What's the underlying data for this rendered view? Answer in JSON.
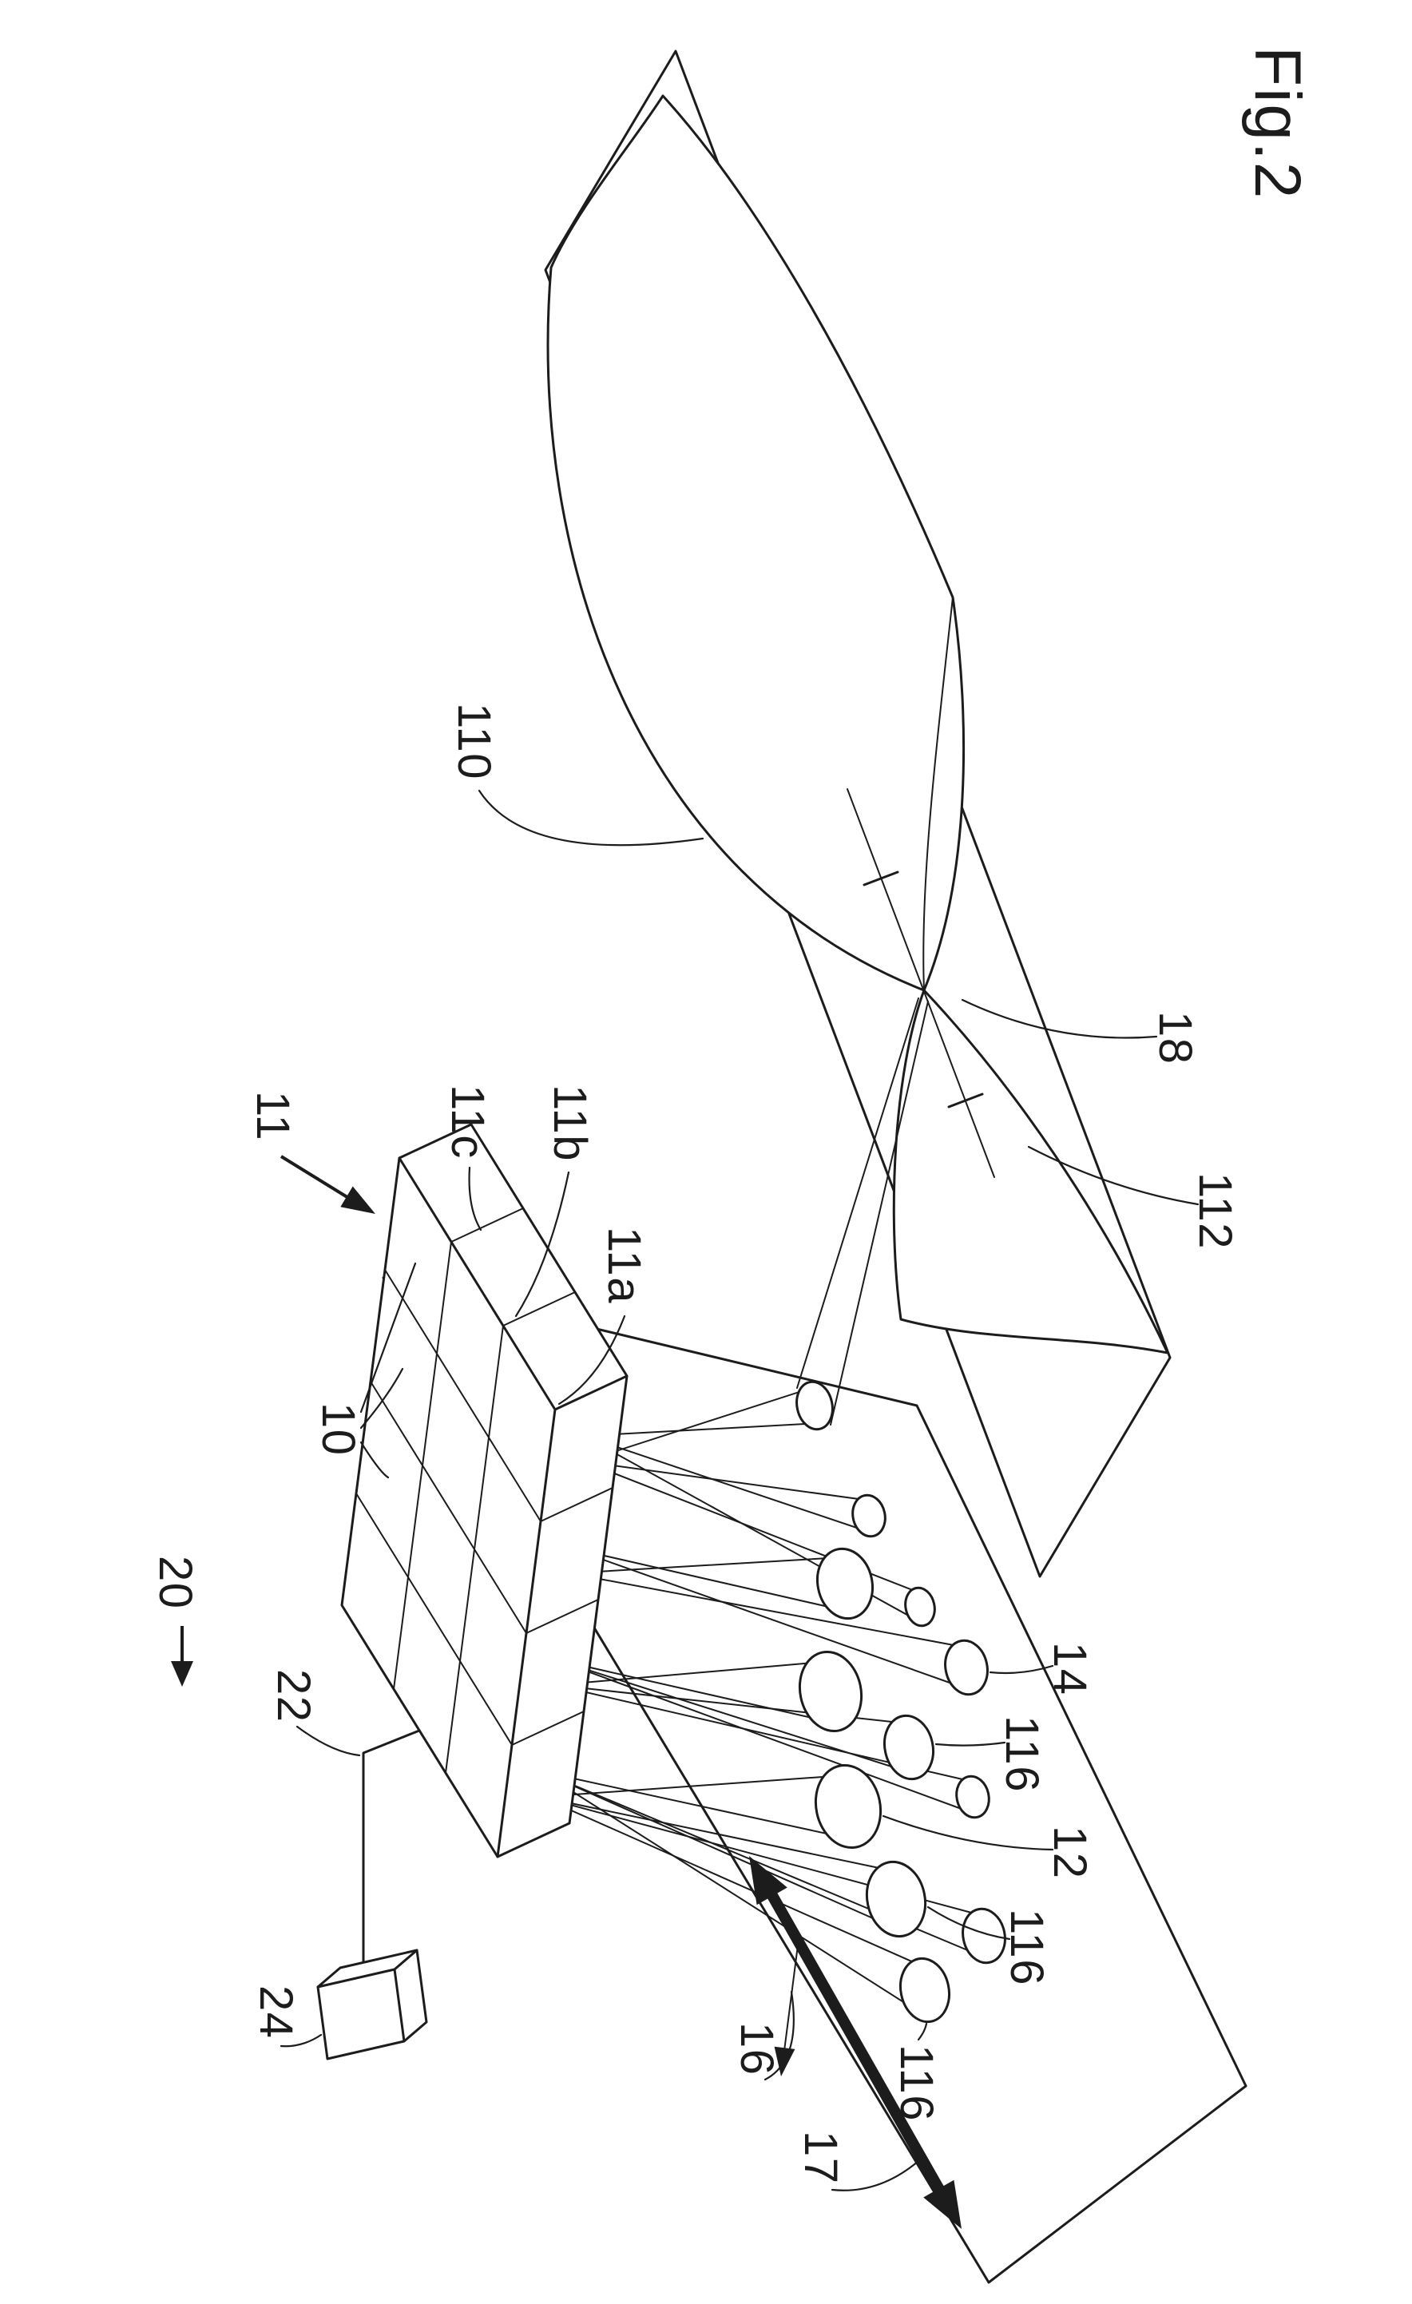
{
  "figure": {
    "caption": "Fig.2",
    "reference_labels": {
      "r110": "110",
      "r11": "11",
      "r11c": "11c",
      "r11b": "11b",
      "r11a": "11a",
      "r10": "10",
      "r20": "20",
      "r22": "22",
      "r24": "24",
      "r18": "18",
      "r112": "112",
      "r14": "14",
      "r116_top": "116",
      "r12": "12",
      "r116_mid": "116",
      "r116_bottom": "116",
      "r16": "16",
      "r17": "17"
    },
    "colors": {
      "ink": "#1c1c1c",
      "paper": "#ffffff"
    }
  }
}
